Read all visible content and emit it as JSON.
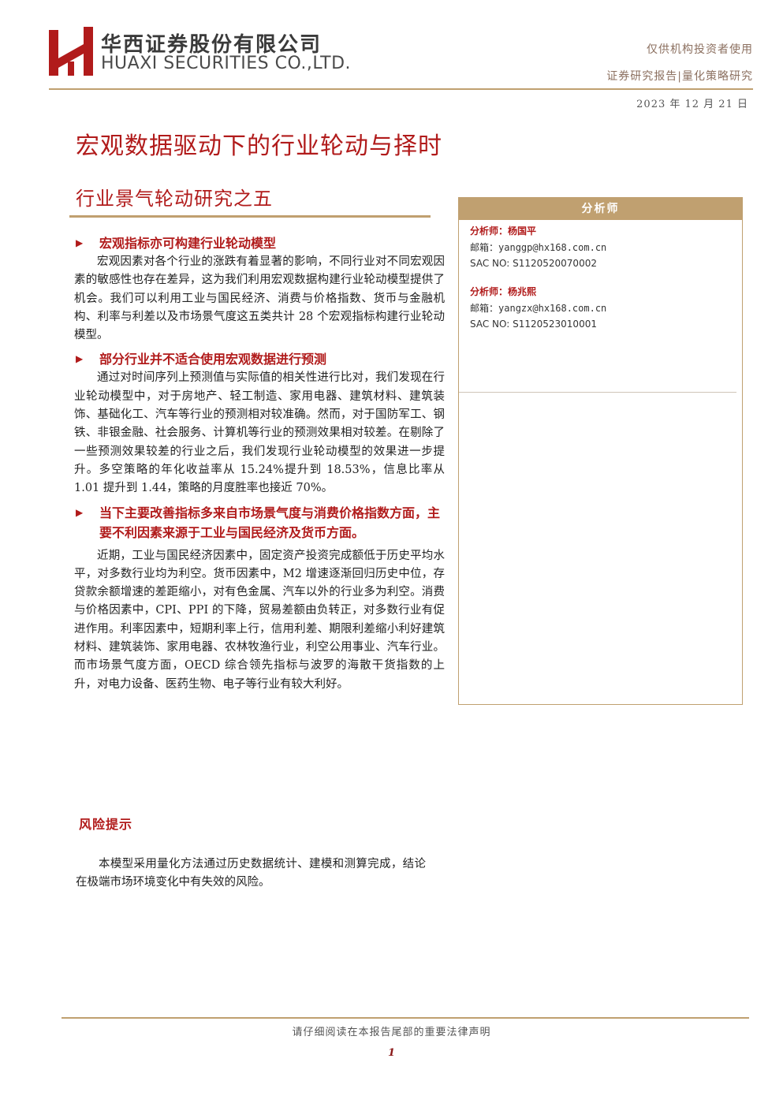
{
  "header": {
    "company_cn": "华西证券股份有限公司",
    "company_en": "HUAXI SECURITIES CO.,LTD.",
    "audience": "仅供机构投资者使用",
    "report_type": "证券研究报告|量化策略研究",
    "date": "2023 年 12 月 21 日",
    "brand_color": "#b11b1b",
    "accent_color": "#c0a070"
  },
  "title": {
    "main": "宏观数据驱动下的行业轮动与择时",
    "sub": "行业景气轮动研究之五"
  },
  "sections": [
    {
      "heading": "宏观指标亦可构建行业轮动模型",
      "body": "宏观因素对各个行业的涨跌有着显著的影响，不同行业对不同宏观因素的敏感性也存在差异，这为我们利用宏观数据构建行业轮动模型提供了机会。我们可以利用工业与国民经济、消费与价格指数、货币与金融机构、利率与利差以及市场景气度这五类共计 28 个宏观指标构建行业轮动模型。"
    },
    {
      "heading": "部分行业并不适合使用宏观数据进行预测",
      "body": "通过对时间序列上预测值与实际值的相关性进行比对，我们发现在行业轮动模型中，对于房地产、轻工制造、家用电器、建筑材料、建筑装饰、基础化工、汽车等行业的预测相对较准确。然而，对于国防军工、钢铁、非银金融、社会服务、计算机等行业的预测效果相对较差。在剔除了一些预测效果较差的行业之后，我们发现行业轮动模型的效果进一步提升。多空策略的年化收益率从 15.24%提升到 18.53%，信息比率从 1.01 提升到 1.44，策略的月度胜率也接近 70%。"
    },
    {
      "heading": "当下主要改善指标多来自市场景气度与消费价格指数方面，主要不利因素来源于工业与国民经济及货币方面。",
      "body": "近期，工业与国民经济因素中，固定资产投资完成额低于历史平均水平，对多数行业均为利空。货币因素中，M2 增速逐渐回归历史中位，存贷款余额增速的差距缩小，对有色金属、汽车以外的行业多为利空。消费与价格因素中，CPI、PPI 的下降，贸易差额由负转正，对多数行业有促进作用。利率因素中，短期利率上行，信用利差、期限利差缩小利好建筑材料、建筑装饰、家用电器、农林牧渔行业，利空公用事业、汽车行业。而市场景气度方面，OECD 综合领先指标与波罗的海散干货指数的上升，对电力设备、医药生物、电子等行业有较大利好。"
    }
  ],
  "risk": {
    "title": "风险提示",
    "body": "本模型采用量化方法通过历史数据统计、建模和测算完成，结论在极端市场环境变化中有失效的风险。"
  },
  "analysts_panel": {
    "header": "分析师",
    "analysts": [
      {
        "name": "分析师：杨国平",
        "email_label": "邮箱：",
        "email": "yanggp@hx168.com.cn",
        "sac": "SAC NO: S1120520070002"
      },
      {
        "name": "分析师：杨兆熙",
        "email_label": "邮箱：",
        "email": "yangzx@hx168.com.cn",
        "sac": "SAC NO: S1120523010001"
      }
    ]
  },
  "footer": {
    "note": "请仔细阅读在本报告尾部的重要法律声明",
    "page": "1"
  }
}
